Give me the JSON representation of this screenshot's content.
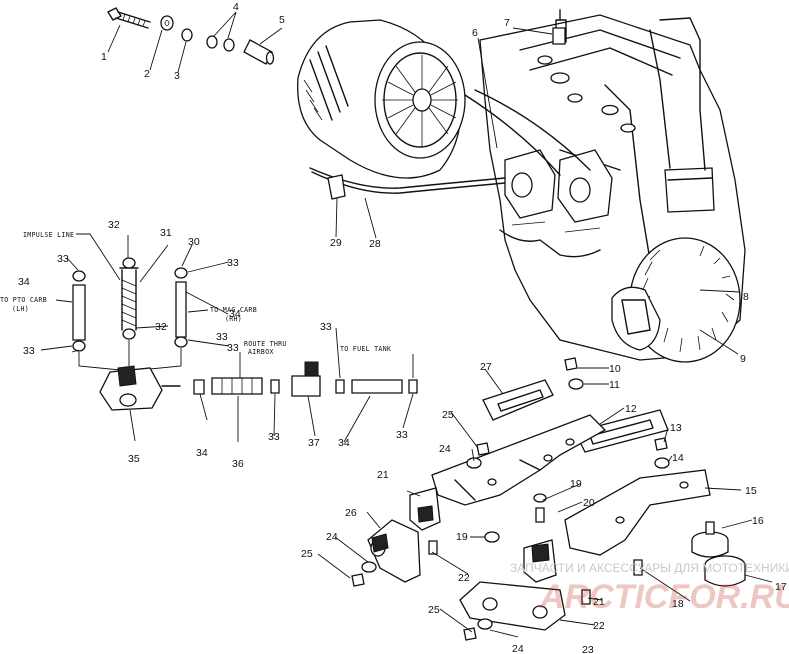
{
  "part_numbers": [
    "1",
    "2",
    "3",
    "4",
    "5",
    "6",
    "7",
    "8",
    "9",
    "10",
    "11",
    "12",
    "13",
    "14",
    "15",
    "16",
    "17",
    "18",
    "19",
    "20",
    "21",
    "22",
    "23",
    "24",
    "25",
    "26",
    "27",
    "28",
    "29",
    "30",
    "31",
    "32",
    "33",
    "34",
    "35",
    "36",
    "37"
  ],
  "repeat_numbers": {
    "n33": "33",
    "n34": "34",
    "n32": "32",
    "n25": "25",
    "n24": "24",
    "n22": "22",
    "n21": "21",
    "n19": "19"
  },
  "annotations": {
    "impulse_line": "IMPULSE LINE",
    "to_pto_carb": "TO PTO CARB",
    "to_pto_carb_side": "(LH)",
    "to_mag_carb": "TO MAG CARB",
    "to_mag_carb_side": "(RH)",
    "route_thru_airbox_1": "ROUTE THRU",
    "route_thru_airbox_2": "AIRBOX",
    "to_fuel_tank": "TO FUEL TANK"
  },
  "watermark": {
    "caption": "ЗАПЧАСТИ И АКСЕССУАРЫ ДЛЯ МОТОТЕХНИКИ",
    "logo": "ARCTICFOR.RU"
  },
  "colors": {
    "ink": "#111111",
    "paper": "#ffffff",
    "watermark_red": "#c0392b"
  }
}
